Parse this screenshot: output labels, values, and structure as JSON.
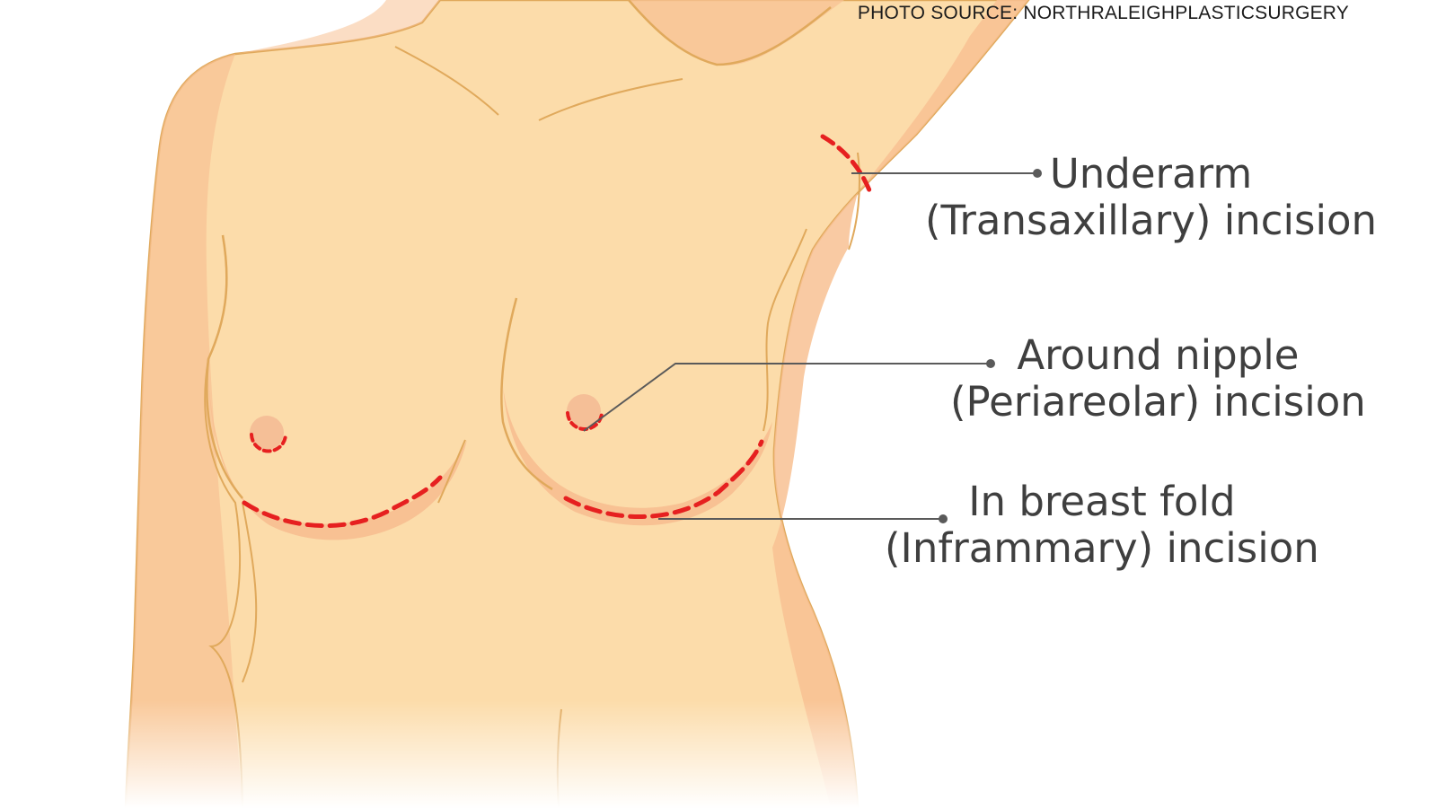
{
  "photo_source": "PHOTO SOURCE: NORTHRALEIGHPLASTICSURGERY",
  "labels": {
    "underarm": {
      "line1": "Underarm",
      "line2": "(Transaxillary) incision"
    },
    "nipple": {
      "line1": "Around nipple",
      "line2": "(Periareolar) incision"
    },
    "fold": {
      "line1": "In breast fold",
      "line2": "(Inframmary) incision"
    }
  },
  "colors": {
    "skin": "#fcdcaa",
    "skin_shadow": "#f8c193",
    "outline": "#e0a95c",
    "incision": "#e62020",
    "leader_line": "#5a5a5a",
    "label_text": "#3f3f3f"
  }
}
